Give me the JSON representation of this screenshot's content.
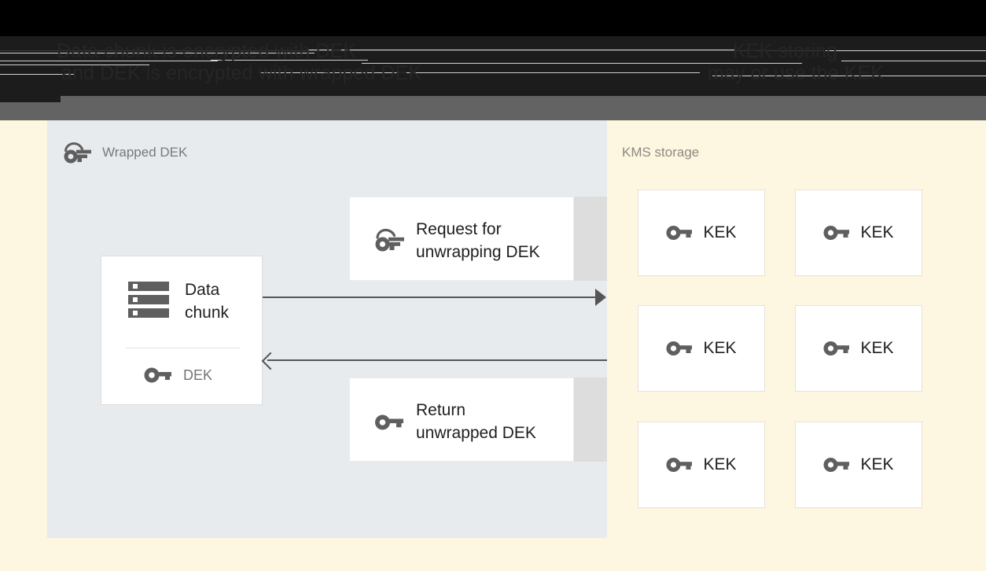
{
  "header": {
    "title_line1": "Data chunk is encrypted with DEK",
    "title_line2": "and DEK is encrypted with wrapped DEK",
    "right_line1": "KEK storing",
    "right_line2": "may or use the KEK"
  },
  "left_panel": {
    "label": "Wrapped DEK",
    "icon": "wrapped-key-icon",
    "background_color": "#e8ebed"
  },
  "right_panel": {
    "label": "KMS storage",
    "background_color": "#fdf6e0"
  },
  "data_card": {
    "title": "Data\nchunk",
    "icon": "server-storage-icon",
    "key_label": "DEK",
    "key_icon": "key-icon"
  },
  "messages": [
    {
      "id": "request",
      "text": "Request for\nunwrapping DEK",
      "icon": "wrapped-key-icon"
    },
    {
      "id": "return",
      "text": "Return\nunwrapped DEK",
      "icon": "key-icon"
    }
  ],
  "kek_boxes": [
    {
      "label": "KEK",
      "icon": "key-icon"
    },
    {
      "label": "KEK",
      "icon": "key-icon"
    },
    {
      "label": "KEK",
      "icon": "key-icon"
    },
    {
      "label": "KEK",
      "icon": "key-icon"
    },
    {
      "label": "KEK",
      "icon": "key-icon"
    },
    {
      "label": "KEK",
      "icon": "key-icon"
    }
  ],
  "arrows": [
    {
      "id": "request-arrow",
      "direction": "right",
      "head": "filled"
    },
    {
      "id": "return-arrow",
      "direction": "left",
      "head": "open"
    }
  ],
  "colors": {
    "panel_left": "#e8ebed",
    "panel_right": "#fdf6e0",
    "card_bg": "#ffffff",
    "card_shadow": "#dddddd",
    "arrow": "#555555",
    "icon": "#5f5f5f",
    "text_primary": "#1f1f1f",
    "text_muted": "#77787a",
    "top_bar_dark": "#1c1c1c",
    "top_bar_gray": "#636363"
  }
}
